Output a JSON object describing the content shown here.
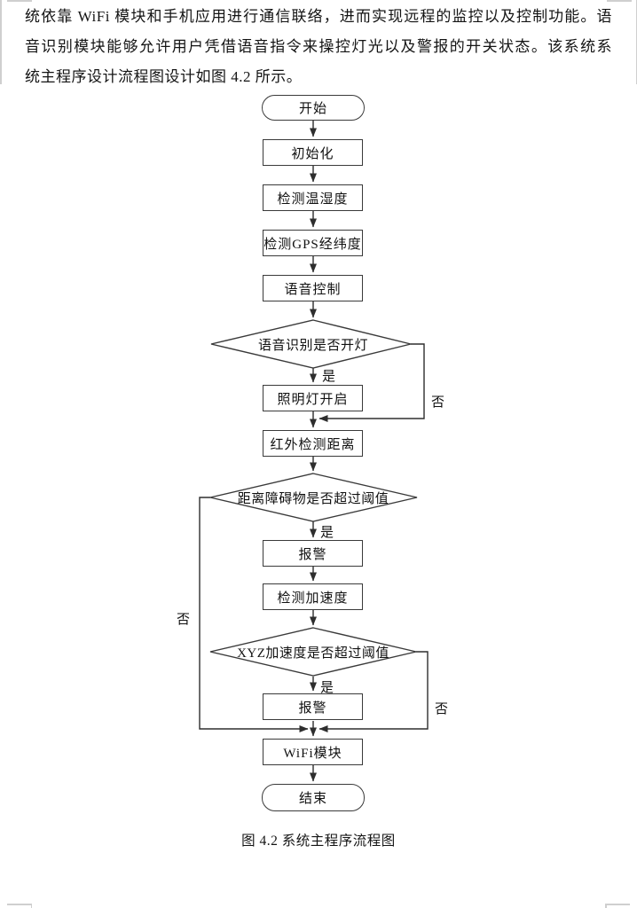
{
  "document": {
    "paragraph": {
      "lines": [
        "统依靠 WiFi 模块和手机应用进行通信联络，进而实现远程的监控以及控制功能。语",
        "音识别模块能够允许用户凭借语音指令来操控灯光以及警报的开关状态。该系统系",
        "统主程序设计流程图设计如图 4.2 所示。"
      ]
    },
    "figure_caption": "图 4.2 系统主程序流程图"
  },
  "flowchart": {
    "nodes": [
      {
        "id": "start",
        "type": "terminator",
        "label": "开始"
      },
      {
        "id": "init",
        "type": "process",
        "label": "初始化"
      },
      {
        "id": "temp",
        "type": "process",
        "label": "检测温湿度"
      },
      {
        "id": "gps",
        "type": "process",
        "label": "检测GPS经纬度"
      },
      {
        "id": "voice",
        "type": "process",
        "label": "语音控制"
      },
      {
        "id": "d1",
        "type": "decision",
        "label": "语音识别是否开灯"
      },
      {
        "id": "light",
        "type": "process",
        "label": "照明灯开启"
      },
      {
        "id": "ir",
        "type": "process",
        "label": "红外检测距离"
      },
      {
        "id": "d2",
        "type": "decision",
        "label": "距离障碍物是否超过阈值"
      },
      {
        "id": "alarm1",
        "type": "process",
        "label": "报警"
      },
      {
        "id": "accel",
        "type": "process",
        "label": "检测加速度"
      },
      {
        "id": "d3",
        "type": "decision",
        "label": "XYZ加速度是否超过阈值"
      },
      {
        "id": "alarm2",
        "type": "process",
        "label": "报警"
      },
      {
        "id": "wifi",
        "type": "process",
        "label": "WiFi模块"
      },
      {
        "id": "end",
        "type": "terminator",
        "label": "结束"
      }
    ],
    "edge_labels": {
      "d1_yes": "是",
      "d1_no": "否",
      "d2_yes": "是",
      "d2_no": "否",
      "d3_yes": "是",
      "d3_no": "否"
    }
  },
  "colors": {
    "line": "#2e2e2e",
    "text": "#111111",
    "page_background": "#ffffff",
    "corner_mark": "#cfcfcf"
  }
}
